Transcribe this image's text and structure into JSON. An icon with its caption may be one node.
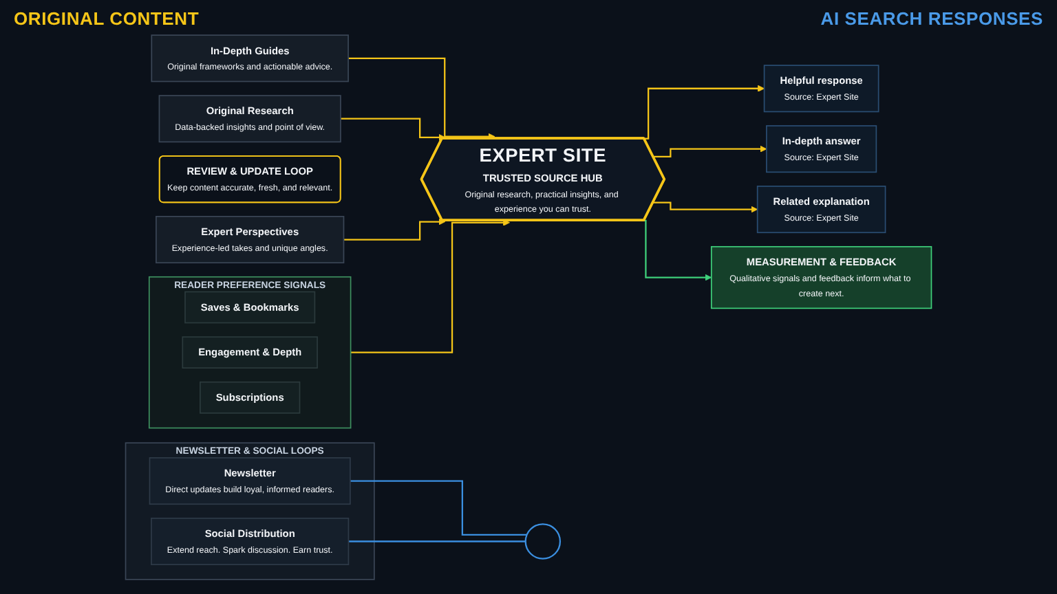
{
  "diagram": {
    "nodes": [
      {
        "text": [
          "REVIEW & UPDATE LOOP",
          "Keep content accurate, fresh, and relevant."
        ]
      },
      {
        "text": [
          "In-Depth Guides",
          "Original frameworks and actionable advice."
        ]
      },
      {
        "text": [
          "Original Research",
          "Data-backed insights and point of view."
        ]
      },
      {
        "text": [
          "Expert Perspectives",
          "Experience-led takes and unique angles."
        ]
      },
      {
        "text": [
          "EXPERT SITE",
          "TRUSTED SOURCE HUB",
          "Original research, practical insights, and experience you can trust."
        ]
      },
      {
        "text": [
          "READER PREFERENCE SIGNALS"
        ]
      },
      {
        "text": [
          "Saves & Bookmarks"
        ],
        "in": 5
      },
      {
        "text": [
          "Engagement & Depth"
        ],
        "in": 5
      },
      {
        "text": [
          "Subscriptions"
        ],
        "in": 5
      },
      {
        "text": [
          "Helpful response",
          "Source: Expert Site"
        ]
      },
      {
        "text": [
          "In-depth answer",
          "Source: Expert Site"
        ]
      },
      {
        "text": [
          "Related explanation",
          "Source: Expert Site"
        ]
      },
      {
        "text": [
          "NEWSLETTER & SOCIAL LOOPS"
        ]
      },
      {
        "text": [
          "Newsletter",
          "Direct updates build loyal, informed readers."
        ],
        "in": 12
      },
      {
        "text": [
          "Social Distribution",
          "Extend reach. Spark discussion. Earn trust."
        ],
        "in": 12
      },
      {
        "text": [],
        "shape": "circle"
      },
      {
        "text": [
          "MEASUREMENT & FEEDBACK",
          "Qualitative signals and feedback inform what to create next."
        ]
      }
    ],
    "edges": [
      {
        "from": 1,
        "to": 4,
        "arrow": "to"
      },
      {
        "from": 2,
        "to": 4,
        "arrow": "to"
      },
      {
        "from": 3,
        "to": 4,
        "arrow": "to"
      },
      {
        "from": 5,
        "to": 4,
        "arrow": "to"
      },
      {
        "from": 4,
        "to": 9,
        "arrow": "to"
      },
      {
        "from": 4,
        "to": 10,
        "arrow": "to"
      },
      {
        "from": 4,
        "to": 11,
        "arrow": "to"
      },
      {
        "from": 13,
        "to": 15,
        "arrow": "none",
        "color": "#3b8fe0"
      },
      {
        "from": 14,
        "to": 15,
        "arrow": "none",
        "color": "#3b8fe0"
      },
      {
        "from": 4,
        "to": 16,
        "arrow": "to",
        "color": "#3ecf7a"
      }
    ],
    "labels": [
      "ORIGINAL CONTENT",
      "AI SEARCH RESPONSES"
    ]
  }
}
